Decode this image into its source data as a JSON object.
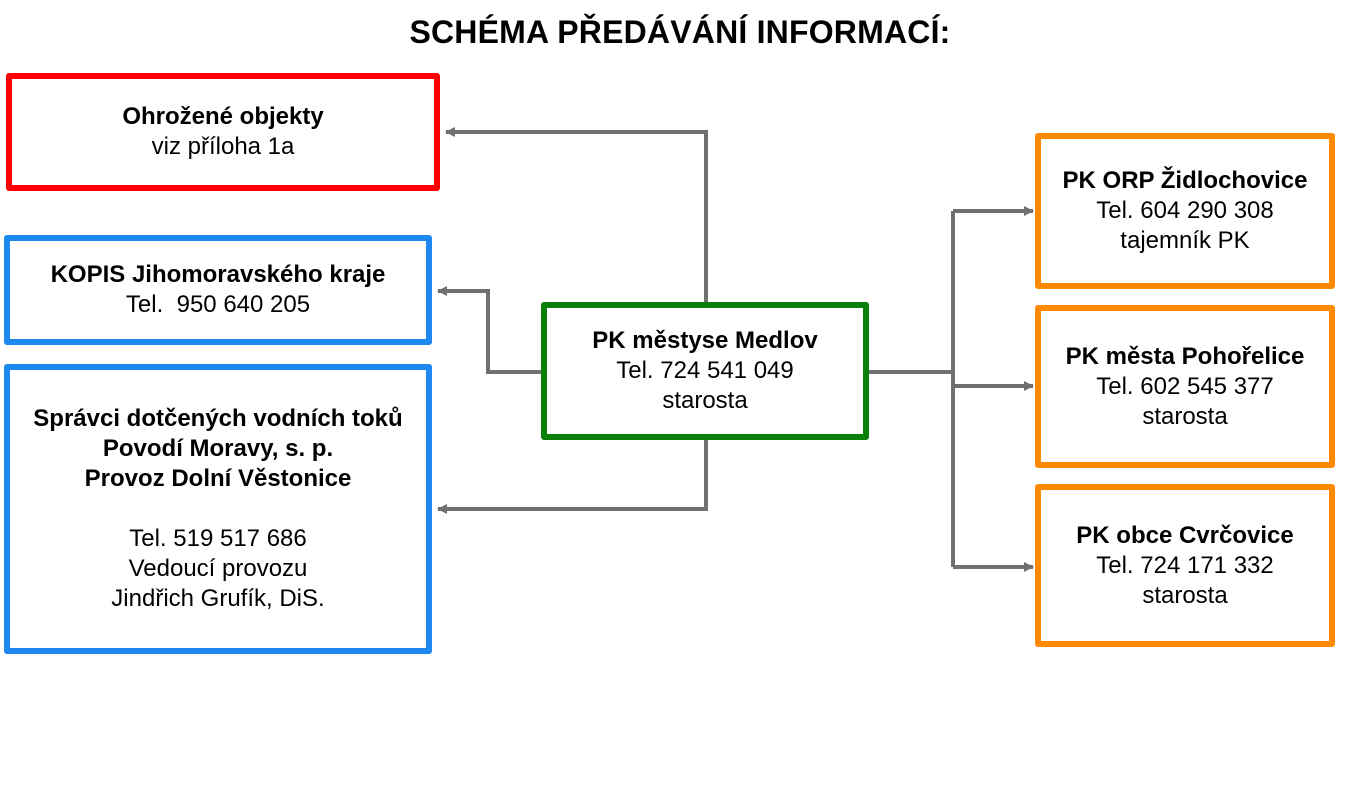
{
  "title": "SCHÉMA PŘEDÁVÁNÍ INFORMACÍ:",
  "colors": {
    "threatened": "#ff0000",
    "regional": "#1e87f0",
    "center": "#0a7f0a",
    "municipal": "#ff8a00",
    "connector": "#707070"
  },
  "boxes": {
    "threatened_objects": {
      "heading": "Ohrožené objekty",
      "line1": "viz příloha 1a"
    },
    "kopis": {
      "heading": "KOPIS Jihomoravského kraje",
      "line1": "Tel.  950 640 205"
    },
    "water_managers": {
      "heading1": "Správci dotčených vodních toků",
      "heading2": "Povodí Moravy, s. p.",
      "heading3": "Provoz Dolní Věstonice",
      "line1": "Tel. 519 517 686",
      "line2": "Vedoucí provozu",
      "line3": "Jindřich Grufík, DiS."
    },
    "medlov": {
      "heading": "PK městyse Medlov",
      "line1": "Tel. 724 541 049",
      "line2": "starosta"
    },
    "zidlochovice": {
      "heading": "PK ORP Židlochovice",
      "line1": "Tel. 604 290 308",
      "line2": "tajemník PK"
    },
    "pohorelice": {
      "heading": "PK města Pohořelice",
      "line1": "Tel. 602 545 377",
      "line2": "starosta"
    },
    "cvrcovice": {
      "heading": "PK obce Cvrčovice",
      "line1": "Tel. 724 171 332",
      "line2": "starosta"
    }
  }
}
